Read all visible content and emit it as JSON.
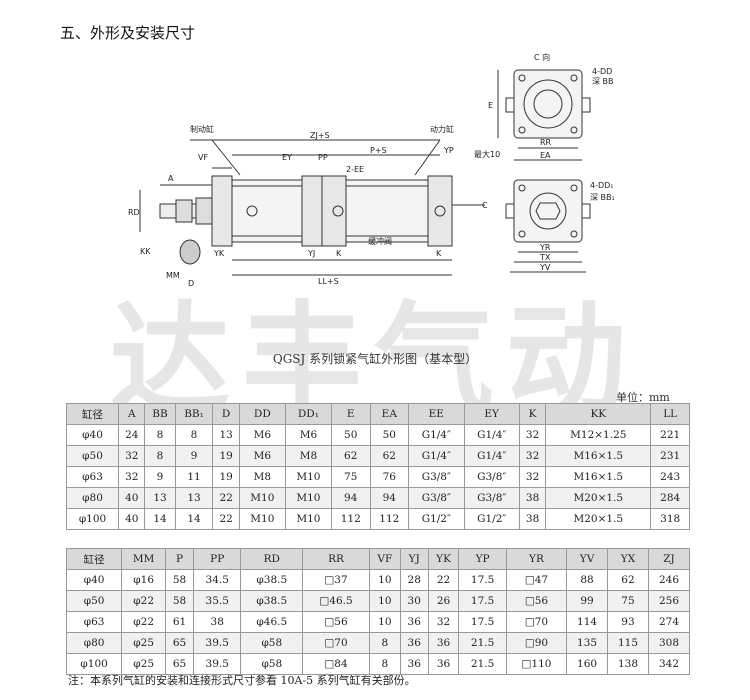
{
  "section_title": "五、外形及安装尺寸",
  "drawing": {
    "caption": "QGSJ 系列锁紧气缸外形图（基本型）",
    "labels": {
      "brake_cylinder": "制动缸",
      "power_cylinder": "动力缸",
      "zj_s": "ZJ+S",
      "p_s": "P+S",
      "vf": "VF",
      "ey": "EY",
      "pp": "PP",
      "yp": "YP",
      "ee2": "2-EE",
      "a": "A",
      "rd": "RD",
      "kk": "KK",
      "mm": "MM",
      "d": "D",
      "yk": "YK",
      "yj": "YJ",
      "k1": "K",
      "k2": "K",
      "ll_s": "LL+S",
      "cushion": "缓冲阀",
      "c": "C",
      "c_dir": "C 向",
      "dd4": "4-DD",
      "deep_bb": "深 BB",
      "dd1_4": "4-DD₁",
      "deep_bb1": "深 BB₁",
      "e": "E",
      "rr": "RR",
      "ea": "EA",
      "max10": "最大10",
      "yr": "YR",
      "tx": "TX",
      "yv": "YV"
    }
  },
  "watermark": "达丰气动",
  "unit": "单位：mm",
  "table1": {
    "headers": [
      "缸径",
      "A",
      "BB",
      "BB₁",
      "D",
      "DD",
      "DD₁",
      "E",
      "EA",
      "EE",
      "EY",
      "K",
      "KK",
      "LL"
    ],
    "rows": [
      [
        "φ40",
        "24",
        "8",
        "8",
        "13",
        "M6",
        "M6",
        "50",
        "50",
        "G1/4″",
        "G1/4″",
        "32",
        "M12×1.25",
        "221"
      ],
      [
        "φ50",
        "32",
        "8",
        "9",
        "19",
        "M6",
        "M8",
        "62",
        "62",
        "G1/4″",
        "G1/4″",
        "32",
        "M16×1.5",
        "231"
      ],
      [
        "φ63",
        "32",
        "9",
        "11",
        "19",
        "M8",
        "M10",
        "75",
        "76",
        "G3/8″",
        "G3/8″",
        "32",
        "M16×1.5",
        "243"
      ],
      [
        "φ80",
        "40",
        "13",
        "13",
        "22",
        "M10",
        "M10",
        "94",
        "94",
        "G3/8″",
        "G3/8″",
        "38",
        "M20×1.5",
        "284"
      ],
      [
        "φ100",
        "40",
        "14",
        "14",
        "22",
        "M10",
        "M10",
        "112",
        "112",
        "G1/2″",
        "G1/2″",
        "38",
        "M20×1.5",
        "318"
      ]
    ]
  },
  "table2": {
    "headers": [
      "缸径",
      "MM",
      "P",
      "PP",
      "RD",
      "RR",
      "VF",
      "YJ",
      "YK",
      "YP",
      "YR",
      "YV",
      "YX",
      "ZJ"
    ],
    "rows": [
      [
        "φ40",
        "φ16",
        "58",
        "34.5",
        "φ38.5",
        "□37",
        "10",
        "28",
        "22",
        "17.5",
        "□47",
        "88",
        "62",
        "246"
      ],
      [
        "φ50",
        "φ22",
        "58",
        "35.5",
        "φ38.5",
        "□46.5",
        "10",
        "30",
        "26",
        "17.5",
        "□56",
        "99",
        "75",
        "256"
      ],
      [
        "φ63",
        "φ22",
        "61",
        "38",
        "φ46.5",
        "□56",
        "10",
        "36",
        "32",
        "17.5",
        "□70",
        "114",
        "93",
        "274"
      ],
      [
        "φ80",
        "φ25",
        "65",
        "39.5",
        "φ58",
        "□70",
        "8",
        "36",
        "36",
        "21.5",
        "□90",
        "135",
        "115",
        "308"
      ],
      [
        "φ100",
        "φ25",
        "65",
        "39.5",
        "φ58",
        "□84",
        "8",
        "36",
        "36",
        "21.5",
        "□110",
        "160",
        "138",
        "342"
      ]
    ]
  },
  "note": "注：本系列气缸的安装和连接形式尺寸参看 10A-5 系列气缸有关部份。"
}
